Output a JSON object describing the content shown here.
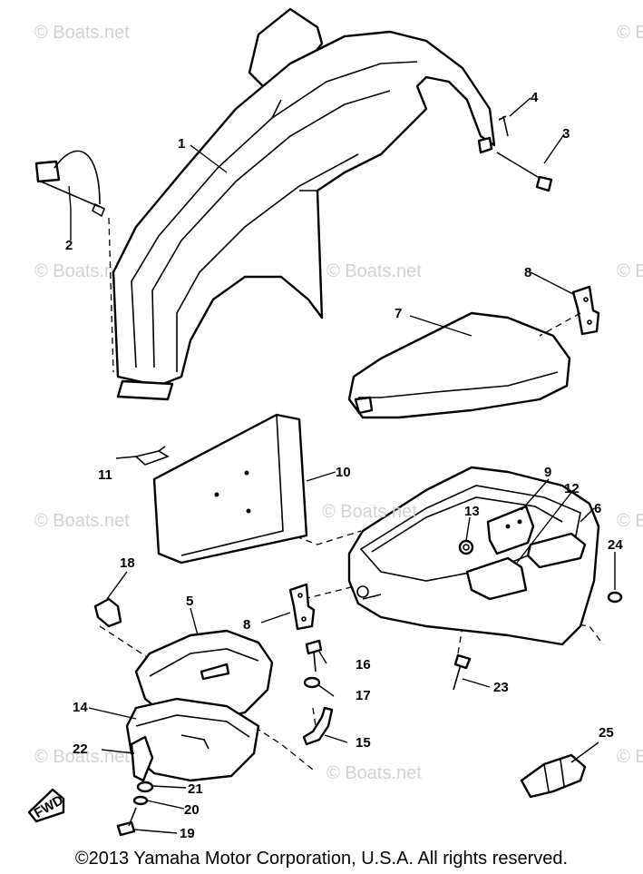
{
  "watermark_text": "© Boats.net",
  "callouts": [
    "1",
    "2",
    "3",
    "4",
    "5",
    "6",
    "7",
    "8",
    "8",
    "9",
    "10",
    "11",
    "12",
    "13",
    "14",
    "15",
    "16",
    "17",
    "18",
    "19",
    "20",
    "21",
    "22",
    "23",
    "24",
    "25"
  ],
  "front_marker": "FWD",
  "copyright": "©2013 Yamaha Motor Corporation, U.S.A. All rights reserved.",
  "colors": {
    "line": "#000000",
    "watermark": "#d2d2d2",
    "background": "#ffffff"
  }
}
